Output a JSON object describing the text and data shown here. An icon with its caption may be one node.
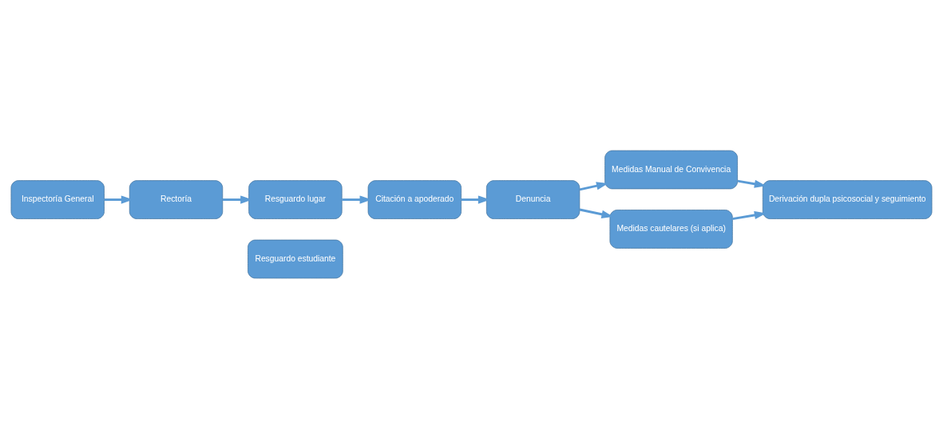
{
  "diagram": {
    "nodes": [
      {
        "text": [
          "Resguardo estudiante"
        ]
      },
      {
        "text": [
          "Inspectoría General"
        ]
      },
      {
        "text": [
          "Rectoría"
        ]
      },
      {
        "text": [
          "Resguardo lugar"
        ]
      },
      {
        "text": [
          "Citación a apoderado"
        ]
      },
      {
        "text": [
          "Denuncia"
        ]
      },
      {
        "text": [
          "Medidas Manual de Convivencia"
        ]
      },
      {
        "text": [
          "Medidas cautelares (si aplica)"
        ]
      },
      {
        "text": [
          "Derivación dupla psicosocial y seguimiento"
        ]
      }
    ],
    "edges": [
      {
        "from": 1,
        "to": 2,
        "arrow": "to"
      },
      {
        "from": 2,
        "to": 3,
        "arrow": "to"
      },
      {
        "from": 3,
        "to": 4,
        "arrow": "to"
      },
      {
        "from": 4,
        "to": 5,
        "arrow": "to"
      },
      {
        "from": 5,
        "to": 6,
        "arrow": "to"
      },
      {
        "from": 5,
        "to": 7,
        "arrow": "to"
      },
      {
        "from": 6,
        "to": 8,
        "arrow": "to"
      },
      {
        "from": 7,
        "to": 8,
        "arrow": "to"
      }
    ]
  }
}
